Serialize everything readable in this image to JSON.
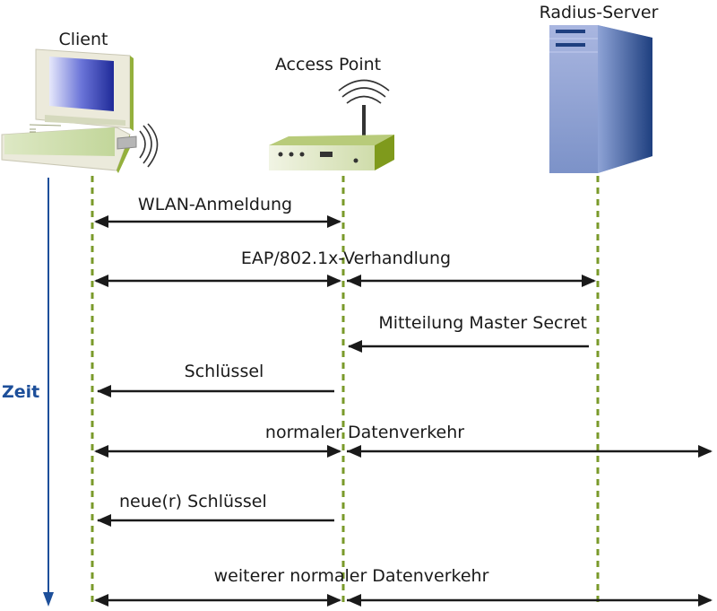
{
  "title": "WLAN-Anmeldung mit EAP/802.1x",
  "entities": [
    {
      "id": "client",
      "label": "Client",
      "icon": "laptop-icon"
    },
    {
      "id": "ap",
      "label": "Access Point",
      "icon": "access-point-icon"
    },
    {
      "id": "radius",
      "label": "Radius-Server",
      "icon": "server-tower-icon"
    }
  ],
  "time_axis": {
    "label": "Zeit",
    "direction": "down",
    "color": "#1d4f9a"
  },
  "lifeline_color": "#7a9a2a",
  "messages": [
    {
      "label": "WLAN-Anmeldung",
      "from": "client",
      "to": "ap",
      "direction": "both"
    },
    {
      "label": "EAP/802.1x-Verhandlung",
      "from": "client",
      "to": "radius",
      "direction": "both",
      "segmented": true
    },
    {
      "label": "Mitteilung Master Secret",
      "from": "radius",
      "to": "ap",
      "direction": "left"
    },
    {
      "label": "Schlüssel",
      "from": "ap",
      "to": "client",
      "direction": "left"
    },
    {
      "label": "normaler Datenverkehr",
      "from": "client",
      "to": "beyond",
      "direction": "both",
      "segmented": true
    },
    {
      "label": "neue(r) Schlüssel",
      "from": "ap",
      "to": "client",
      "direction": "left"
    },
    {
      "label": "weiterer normaler Datenverkehr",
      "from": "client",
      "to": "beyond",
      "direction": "both",
      "segmented": true
    }
  ]
}
